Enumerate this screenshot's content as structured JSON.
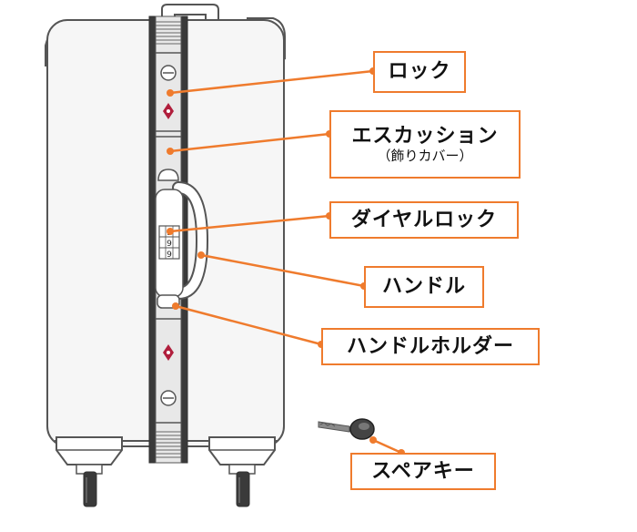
{
  "colors": {
    "accent": "#ef7b2d",
    "outline": "#555555",
    "case_fill": "#f6f6f6",
    "belt_dark": "#3a3a3a",
    "belt_light": "#e8e8e8",
    "tsa_mark": "#b01e3c",
    "key_head": "#444444"
  },
  "labels": {
    "lock": "ロック",
    "escutcheon": "エスカッション",
    "escutcheon_sub": "（飾りカバー）",
    "dial_lock": "ダイヤルロック",
    "handle": "ハンドル",
    "handle_holder": "ハンドルホルダー",
    "spare_key": "スペアキー"
  },
  "dial_digits": [
    "9",
    "9",
    "9"
  ],
  "icons": [
    "suitcase-illustration",
    "tsa-lock-icon",
    "dial-lock-icon",
    "key-icon"
  ]
}
